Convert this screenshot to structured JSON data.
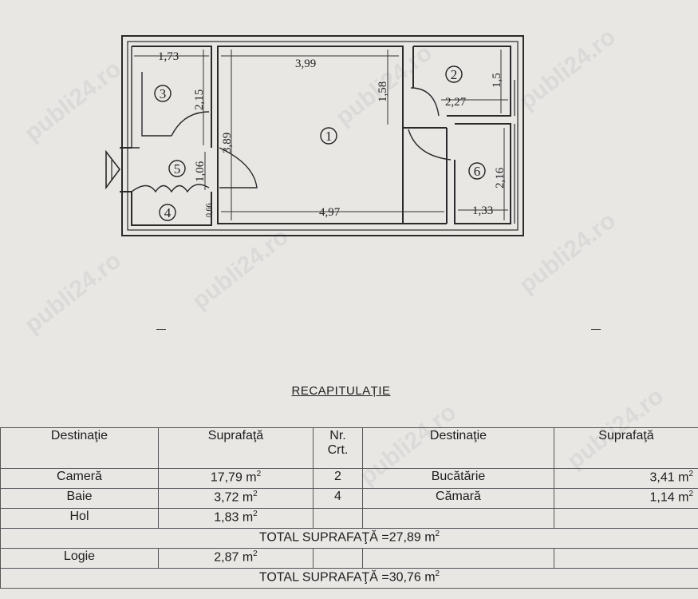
{
  "watermark": "publi24.ro",
  "plan": {
    "rooms": [
      "1",
      "2",
      "3",
      "4",
      "5",
      "6"
    ],
    "dimensions": {
      "r3_width": "1,73",
      "r3_height": "2,15",
      "r1_top_width": "3,99",
      "r1_top_height": "1,58",
      "r1_height": "3,89",
      "r1_bottom_width": "4,97",
      "r2_height": "1,5",
      "r2_width": "2,27",
      "r5_width": "1,06",
      "r4_height": "0,66",
      "r6_height": "2,16",
      "r6_width": "1,33"
    }
  },
  "recap": {
    "title": "RECAPITULAȚIE",
    "headers": {
      "destinatie_left": "Destinaţie",
      "suprafata_left": "Suprafaţă",
      "nr_crt": "Nr. Crt.",
      "destinatie_right": "Destinaţie",
      "suprafata_right": "Suprafaţă"
    },
    "rows": [
      {
        "dest": "Cameră",
        "sup": "17,79 m",
        "nr": "2",
        "dest2": "Bucătărie",
        "sup2": "3,41 m"
      },
      {
        "dest": "Baie",
        "sup": "3,72 m",
        "nr": "4",
        "dest2": "Cămară",
        "sup2": "1,14 m"
      },
      {
        "dest": "Hol",
        "sup": "1,83 m",
        "nr": "",
        "dest2": "",
        "sup2": ""
      }
    ],
    "total1": "TOTAL SUPRAFAŢĂ =27,89 m",
    "logie": {
      "dest": "Logie",
      "sup": "2,87 m"
    },
    "total2": "TOTAL SUPRAFAŢĂ =30,76 m",
    "unit_exponent": "2"
  }
}
